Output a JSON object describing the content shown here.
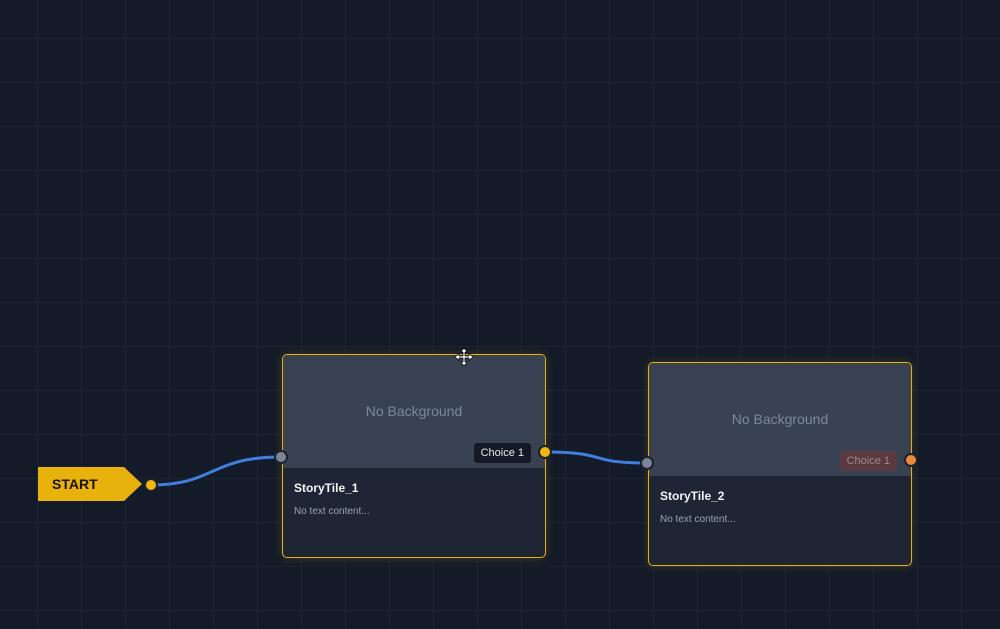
{
  "start": {
    "label": "START"
  },
  "tiles": [
    {
      "title": "StoryTile_1",
      "background_label": "No Background",
      "text": "No text content...",
      "choice": "Choice 1"
    },
    {
      "title": "StoryTile_2",
      "background_label": "No Background",
      "text": "No text content...",
      "choice": "Choice 1"
    }
  ],
  "colors": {
    "canvas": "#131a28",
    "accent": "#e8b10c",
    "wire": "#3f7fe0",
    "handle_output": "#f2b70c",
    "handle_output_unconnected": "#ec8a3c",
    "handle_input": "#7b8597"
  },
  "icons": {
    "cursor": "move-cursor-icon"
  }
}
